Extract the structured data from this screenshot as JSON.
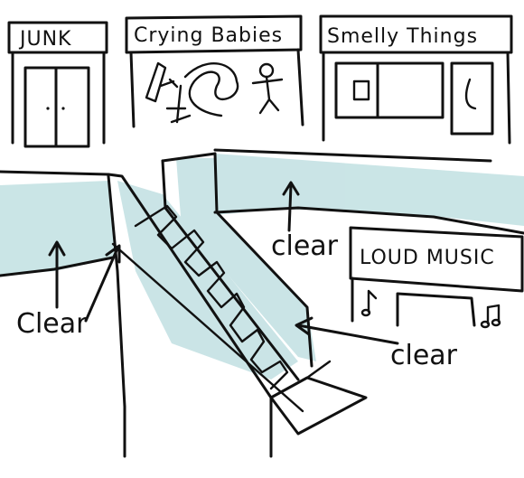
{
  "stores": [
    {
      "sign": "JUNK"
    },
    {
      "sign": "Crying Babies"
    },
    {
      "sign": "Smelly Things"
    },
    {
      "sign": "LOUD MUSIC"
    }
  ],
  "annotations": {
    "left": "Clear",
    "center": "clear",
    "right": "clear"
  },
  "colors": {
    "glass_tint": "#9fcfd2",
    "ink": "#111111",
    "background": "#ffffff"
  }
}
